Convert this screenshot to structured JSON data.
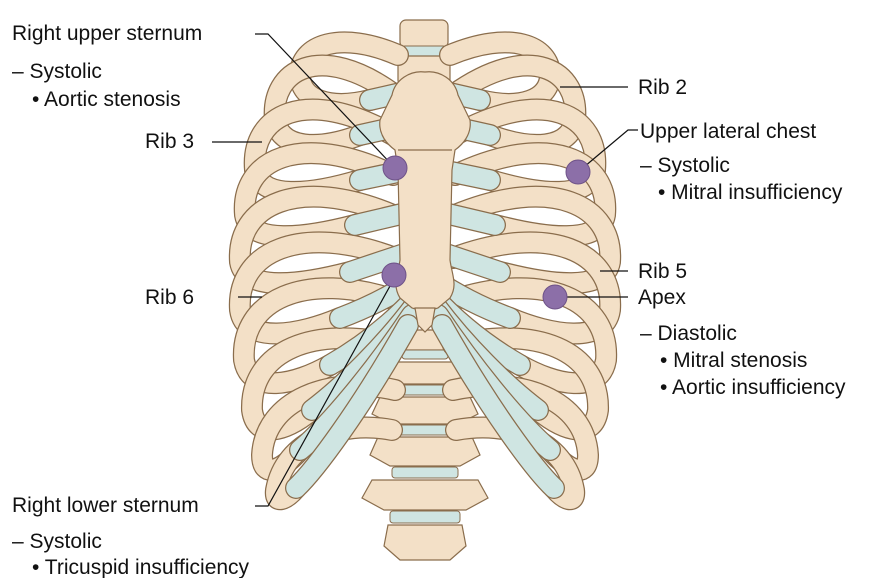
{
  "colors": {
    "bone": "#f3e0c7",
    "bone_outline": "#8a6d4c",
    "cartilage": "#cfe5e2",
    "auscultation_point": "#8c6fa8",
    "text": "#111111"
  },
  "labels": {
    "right_upper_sternum": {
      "title": "Right upper sternum",
      "phase": "– Systolic",
      "conditions": [
        "• Aortic stenosis"
      ]
    },
    "rib_2": "Rib 2",
    "rib_3": "Rib 3",
    "upper_lateral_chest": {
      "title": "Upper lateral chest",
      "phase": "– Systolic",
      "conditions": [
        "• Mitral insufficiency"
      ]
    },
    "rib_5": "Rib 5",
    "rib_6": "Rib 6",
    "apex": {
      "title": "Apex",
      "phase": "– Diastolic",
      "conditions": [
        "• Mitral stenosis",
        "• Aortic insufficiency"
      ]
    },
    "right_lower_sternum": {
      "title": "Right lower sternum",
      "phase": "– Systolic",
      "conditions": [
        "• Tricuspid insufficiency"
      ]
    }
  }
}
